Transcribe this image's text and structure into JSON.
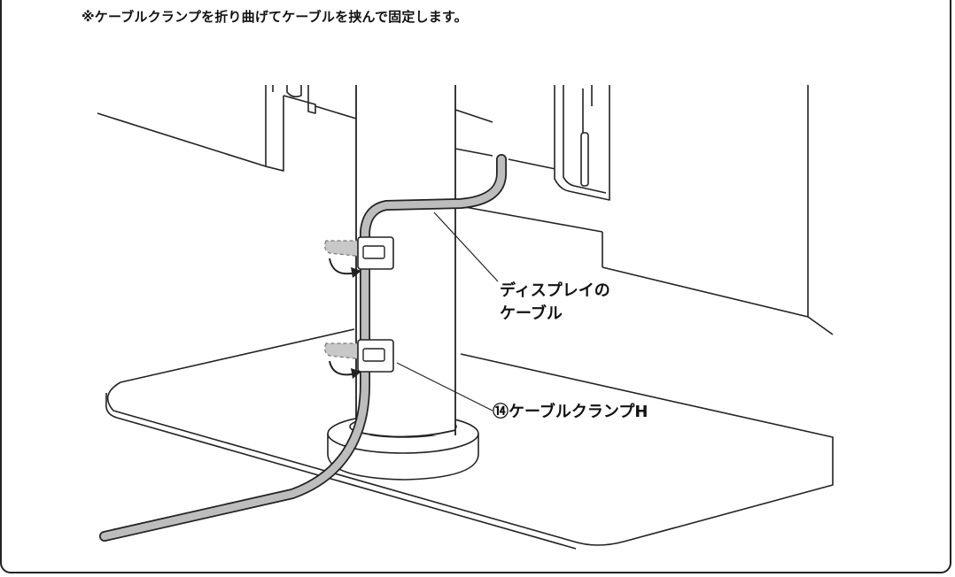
{
  "note": "※ケーブルクランプを折り曲げてケーブルを挟んで固定します。",
  "callouts": {
    "display_cable_line1": "ディスプレイの",
    "display_cable_line2": "ケーブル",
    "cable_clamp": "⑭ケーブルクランプH"
  },
  "colors": {
    "line": "#222222",
    "cable_fill": "#bdbdbd",
    "clamp_ghost": "#c8c8c8"
  }
}
